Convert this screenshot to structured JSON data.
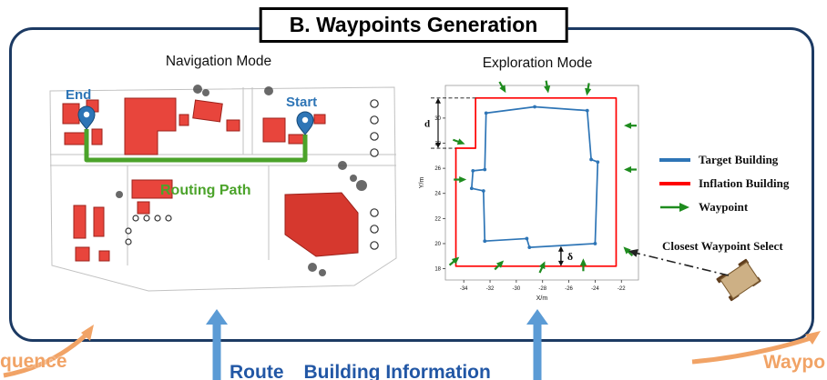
{
  "title": "B. Waypoints Generation",
  "navigation": {
    "heading": "Navigation Mode",
    "end_label": "End",
    "start_label": "Start",
    "routing_path_label": "Routing Path"
  },
  "exploration": {
    "heading": "Exploration Mode"
  },
  "legend": {
    "items": [
      {
        "label": "Target Building",
        "color": "#2e75b6"
      },
      {
        "label": "Inflation Building",
        "color": "#ff0000"
      },
      {
        "label": "Waypoint",
        "color": "#1e8c1e"
      }
    ],
    "closest_waypoint_label": "Closest Waypoint Select"
  },
  "bottom": {
    "left_partial_text": "quence",
    "route_label": "Route",
    "building_info_label": "Building Information",
    "right_partial_text": "Waypo"
  },
  "colors": {
    "frame": "#1c3a63",
    "routing_path": "#4ba32a",
    "pin_blue": "#2e75b6",
    "building_red": "#e8453c",
    "bottom_blue_text": "#2257a5",
    "arrow_blue": "#5b9bd5",
    "orange": "#f1a366"
  },
  "chart_data": {
    "type": "line",
    "title": "Exploration Mode",
    "xlabel": "X/m",
    "ylabel": "Y/m",
    "xlim": [
      -35.4,
      -20.7
    ],
    "ylim": [
      17.1,
      32.6
    ],
    "x_ticks": [
      -34,
      -32,
      -30,
      -28,
      -26,
      -24,
      -22
    ],
    "y_ticks": [
      18,
      20,
      22,
      24,
      26,
      28,
      30
    ],
    "grid": false,
    "legend_position": "outside-right",
    "series": [
      {
        "name": "Target Building",
        "color": "#2e75b6",
        "closed": true,
        "marker": "dot",
        "points": [
          [
            -32.3,
            30.4
          ],
          [
            -28.6,
            30.9
          ],
          [
            -24.6,
            30.6
          ],
          [
            -24.3,
            26.7
          ],
          [
            -23.8,
            26.5
          ],
          [
            -24.0,
            20.0
          ],
          [
            -29.0,
            19.7
          ],
          [
            -29.2,
            20.4
          ],
          [
            -32.4,
            20.2
          ],
          [
            -32.5,
            24.2
          ],
          [
            -33.4,
            24.4
          ],
          [
            -33.3,
            25.8
          ],
          [
            -32.4,
            25.9
          ]
        ]
      },
      {
        "name": "Inflation Building",
        "color": "#ff0000",
        "closed": true,
        "points": [
          [
            -34.6,
            18.2
          ],
          [
            -22.4,
            18.2
          ],
          [
            -22.4,
            31.6
          ],
          [
            -33.1,
            31.6
          ],
          [
            -33.1,
            27.6
          ],
          [
            -34.6,
            27.6
          ]
        ]
      }
    ],
    "waypoints": {
      "name": "Waypoint",
      "color": "#1e8c1e",
      "points": [
        [
          -30.9,
          32.2,
          -60
        ],
        [
          -27.6,
          32.2,
          -80
        ],
        [
          -24.6,
          32.0,
          -100
        ],
        [
          -21.6,
          29.4,
          180
        ],
        [
          -21.6,
          25.9,
          180
        ],
        [
          -21.7,
          19.6,
          135
        ],
        [
          -24.9,
          18.6,
          90
        ],
        [
          -27.9,
          18.4,
          65
        ],
        [
          -31.1,
          18.5,
          45
        ],
        [
          -34.5,
          18.8,
          40
        ],
        [
          -34.0,
          25.1,
          0
        ],
        [
          -34.1,
          28.0,
          -20
        ]
      ]
    },
    "annotations": {
      "d": {
        "label": "d",
        "y1": 27.6,
        "y2": 31.6,
        "top_x": -33.1,
        "bottom_x": -34.6
      },
      "delta": {
        "label": "δ",
        "x": -26.6,
        "y1": 18.2,
        "y2": 19.8
      }
    }
  }
}
